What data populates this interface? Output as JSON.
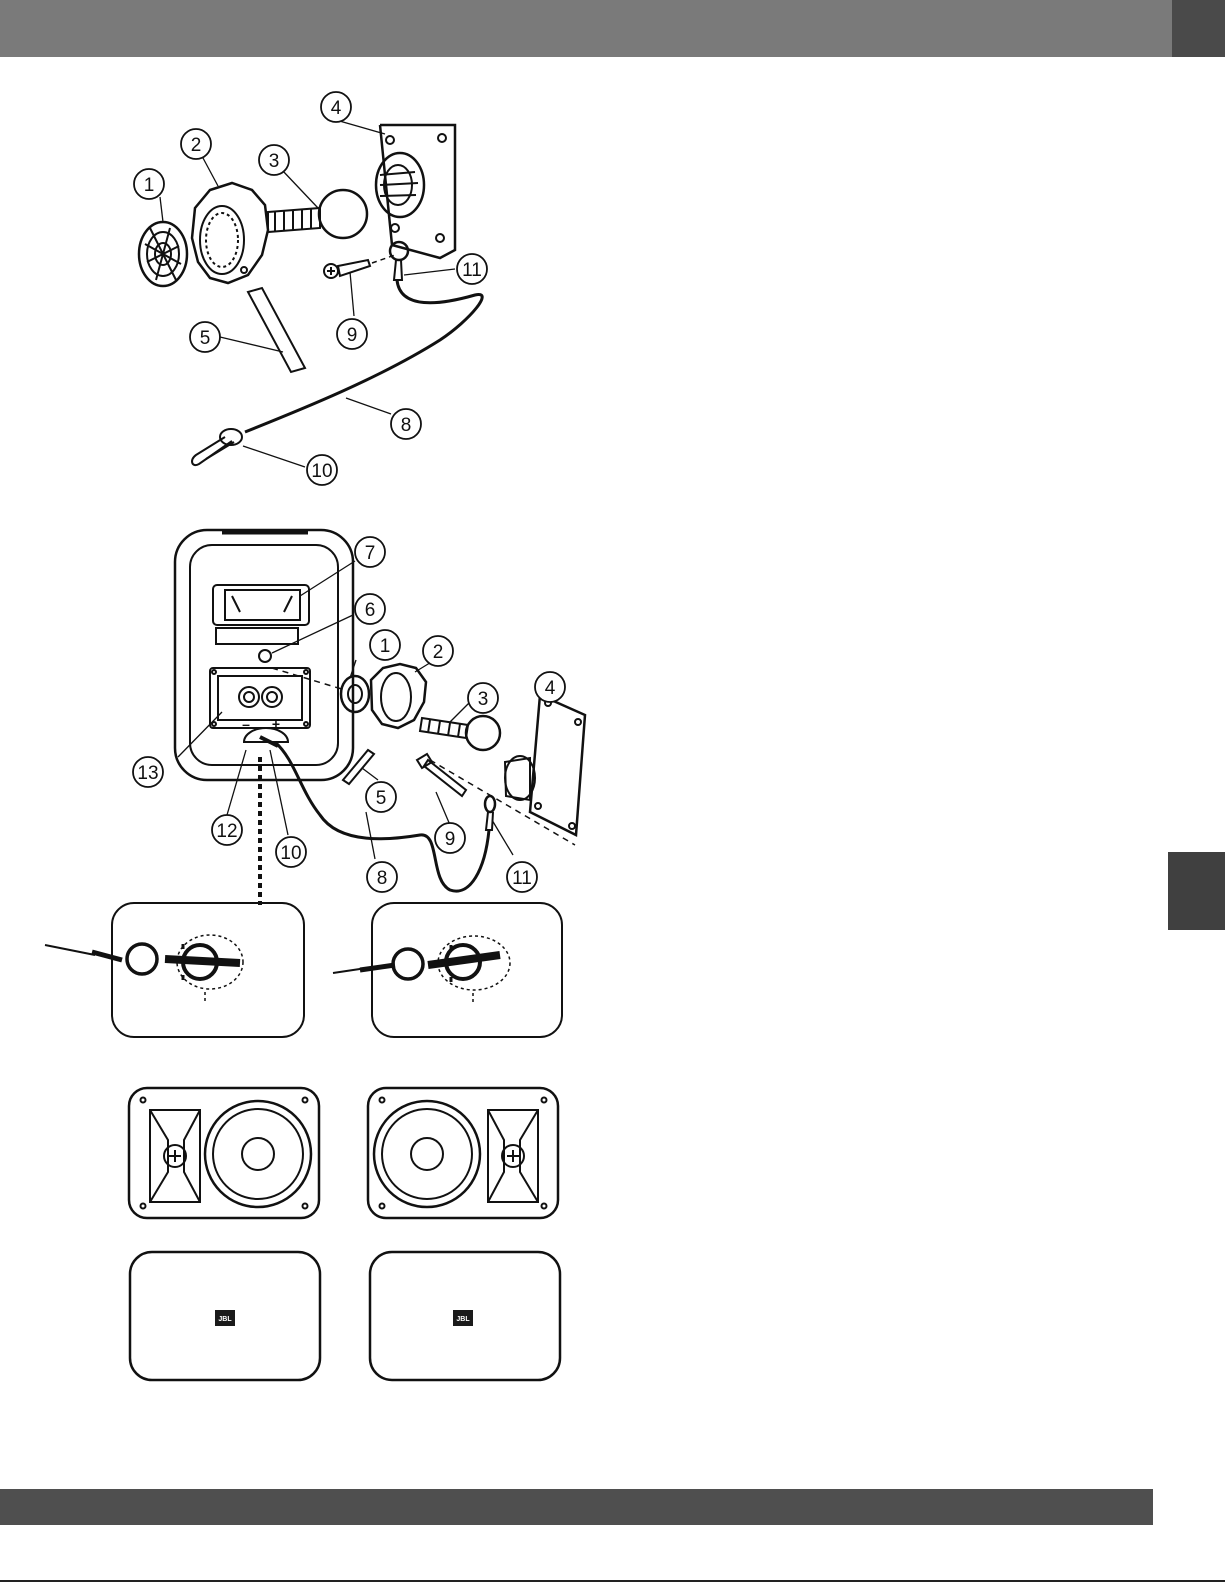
{
  "callouts": {
    "top": [
      "1",
      "2",
      "3",
      "4",
      "5",
      "9",
      "11",
      "8",
      "10"
    ],
    "middle": [
      "7",
      "6",
      "1",
      "2",
      "3",
      "4",
      "13",
      "5",
      "9",
      "12",
      "10",
      "8",
      "11"
    ]
  },
  "terminal_labels": {
    "minus": "–",
    "plus": "+"
  },
  "logo_label": "JBL",
  "colors": {
    "header": "#7a7a7a",
    "header_tab": "#4a4a4a",
    "side_tab": "#404040",
    "footer": "#4f4f4f",
    "line": "#111111"
  }
}
